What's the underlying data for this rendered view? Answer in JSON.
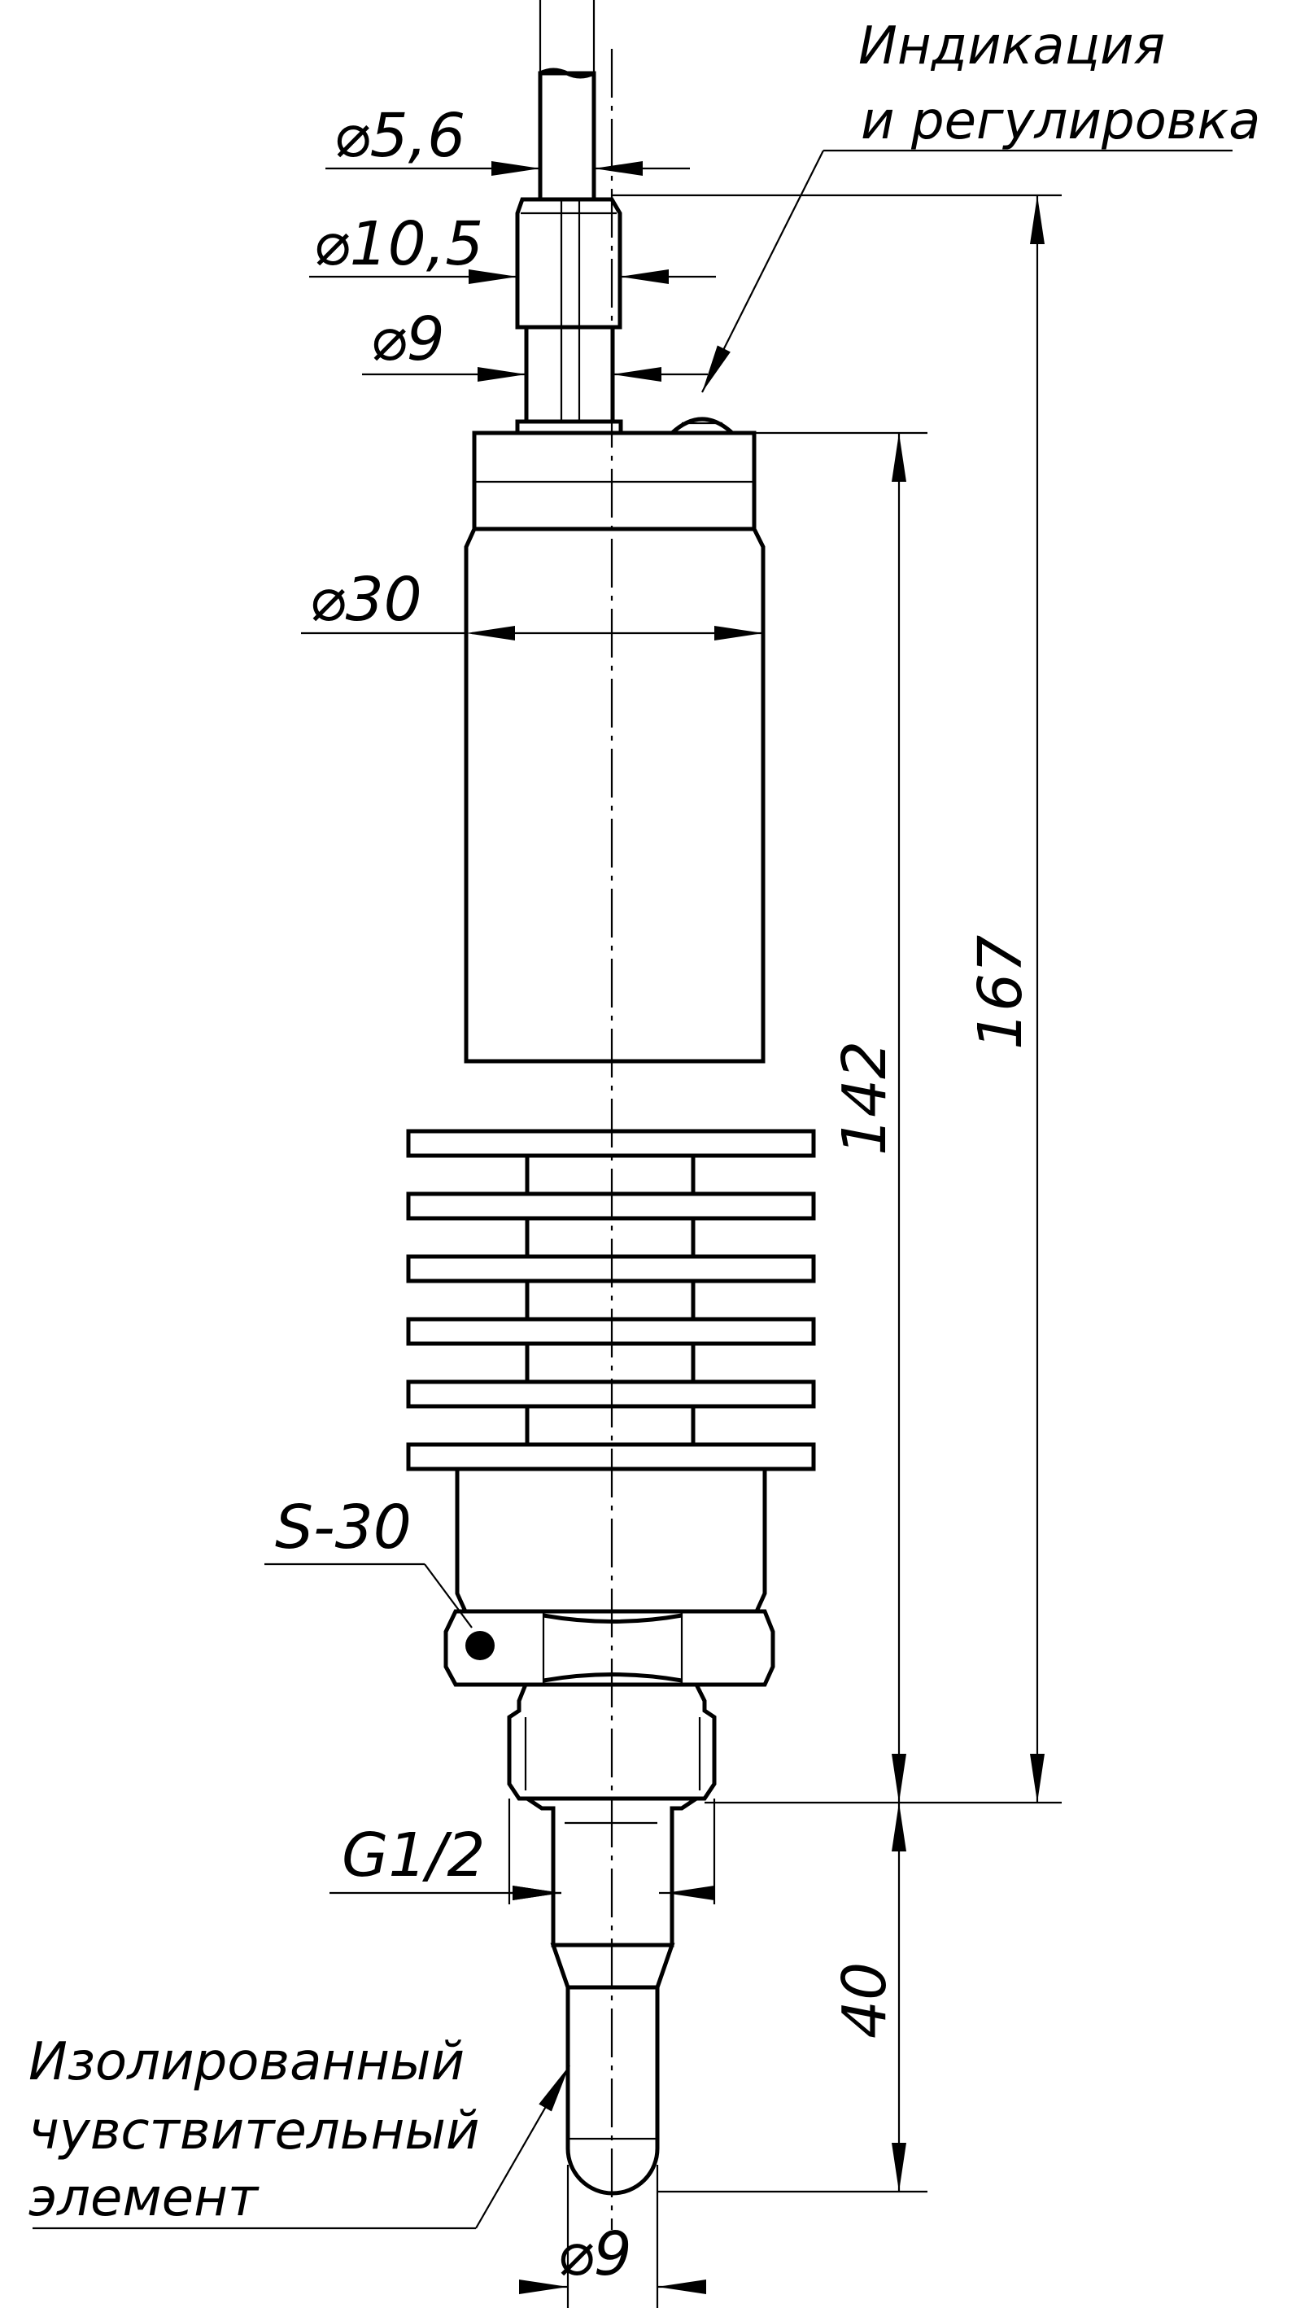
{
  "diagram": {
    "type": "technical-drawing",
    "dimensions": {
      "d_cable": "5,6",
      "d_nut": "10,5",
      "d_neck": "9",
      "d_body": "30",
      "d_probe": "9",
      "thread": "G1/2",
      "hex": "S-30",
      "len_total": "167",
      "len_body": "142",
      "len_probe": "40"
    },
    "notes": {
      "indication": [
        "Индикация",
        "и регулировка"
      ],
      "sensor": [
        "Изолированный",
        "чувствительный",
        "элемент"
      ]
    },
    "diameter_symbol": "⌀"
  }
}
